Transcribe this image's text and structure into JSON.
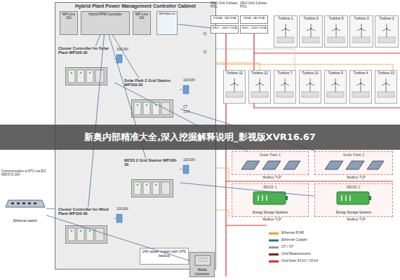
{
  "diagram": {
    "nodes": [
      {
        "text": [
          "Hybrid Plant Power Management Controller Cabinet"
        ]
      },
      {
        "text": [
          "WP-Line 161"
        ],
        "in": 0
      },
      {
        "text": [
          "Hybrid PPM Controller"
        ],
        "in": 0
      },
      {
        "text": [
          "WP-Line 161"
        ],
        "in": 0
      },
      {
        "text": [
          "WP3000-02"
        ],
        "in": 0
      },
      {
        "text": [
          "Cluster Controller for Solar Plant WP100-30"
        ],
        "in": 0
      },
      {
        "text": [
          "Solar Park 2 Grid Station WP100-30"
        ],
        "in": 0
      },
      {
        "text": [
          "BESS 2 Grid Station WP100-30"
        ],
        "in": 0
      },
      {
        "text": [
          "Cluster Controller for Wind Plant WP100-30"
        ],
        "in": 0
      },
      {
        "text": [
          "24V power supply with UPS backup"
        ],
        "in": 0
      },
      {
        "text": [
          "Media Converter"
        ]
      },
      {
        "text": [
          "Ethernet switch"
        ]
      },
      {
        "text": [
          "2000A - 5A 15VA"
        ]
      },
      {
        "text": [
          "63kV - 100V 15VA"
        ]
      },
      {
        "text": [
          "500A - 5A 15VA"
        ]
      },
      {
        "text": [
          "20kV - 100V 15VA"
        ]
      },
      {
        "text": [
          "Turbine 1"
        ]
      },
      {
        "text": [
          "Turbine 6"
        ]
      },
      {
        "text": [
          "Turbine 5"
        ]
      },
      {
        "text": [
          "Turbine 3"
        ]
      },
      {
        "text": [
          "Turbine 2"
        ]
      },
      {
        "text": [
          "Turbine 11"
        ]
      },
      {
        "text": [
          "Turbine 12"
        ]
      },
      {
        "text": [
          "Turbine 7"
        ]
      },
      {
        "text": [
          "Turbine 10"
        ]
      },
      {
        "text": [
          "Turbine 9"
        ]
      },
      {
        "text": [
          "Turbine 4"
        ]
      },
      {
        "text": [
          "Turbine 13"
        ]
      },
      {
        "text": [
          "Solar Park 1"
        ]
      },
      {
        "text": [
          "Solar Park 2"
        ]
      },
      {
        "text": [
          "BESS 1",
          "Energy Storage Systems"
        ]
      },
      {
        "text": [
          "BESS 2",
          "Energy Storage Systems"
        ]
      }
    ],
    "edges": [
      {
        "from": 2,
        "to": 5,
        "arrow": "none"
      },
      {
        "from": 2,
        "to": 6,
        "arrow": "none"
      },
      {
        "from": 2,
        "to": 7,
        "arrow": "none"
      },
      {
        "from": 2,
        "to": 8,
        "arrow": "none"
      },
      {
        "from": 6,
        "to": 29,
        "arrow": "none"
      },
      {
        "from": 7,
        "to": 31,
        "arrow": "none"
      },
      {
        "from": 5,
        "to": 28,
        "arrow": "none"
      },
      {
        "from": 11,
        "to": 10,
        "arrow": "none"
      },
      {
        "from": 4,
        "to": 13,
        "arrow": "none"
      }
    ],
    "labels": [
      "63kV Grid 3-phase POC",
      "20kV Grid 3-phase POC",
      "100/18V",
      "100/18V",
      "100/18V",
      "100/18V",
      "CT",
      "1/1A",
      "Communication to RTU via IEC 60870-5-104",
      "Modbus TCP",
      "Modbus TCP",
      "Modbus TCP",
      "Modbus TCP",
      "新奥内部精准大全,深入挖掘解释说明_影视版XVR16.67"
    ],
    "legend": [
      {
        "text": "Ethernet RJ45",
        "color": "#f0a030"
      },
      {
        "text": "Ethernet Copper",
        "color": "#3a6ea5"
      },
      {
        "text": "CT / VT",
        "color": "#999999"
      },
      {
        "text": "Grid Measurement",
        "color": "#8b1a1a"
      },
      {
        "text": "Grid lines 63 kV / 33 kV",
        "color": "#e03030"
      }
    ]
  }
}
